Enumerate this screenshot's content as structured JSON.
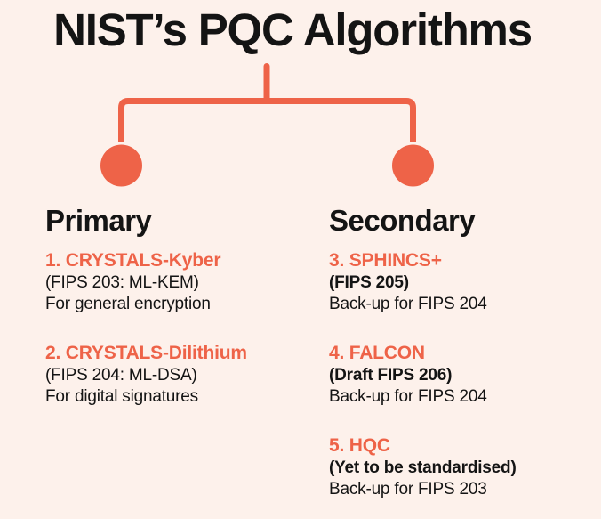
{
  "title": "NIST’s PQC Algorithms",
  "colors": {
    "background": "#fdf1eb",
    "accent": "#ee6348",
    "text": "#141414"
  },
  "diagram": {
    "type": "tree",
    "root_label": "NIST’s PQC Algorithms",
    "branch_count": 2
  },
  "columns": [
    {
      "heading": "Primary",
      "items": [
        {
          "name": "1. CRYSTALS-Kyber",
          "detail": "(FIPS 203: ML-KEM)",
          "description": "For general encryption"
        },
        {
          "name": "2. CRYSTALS-Dilithium",
          "detail": "(FIPS 204: ML-DSA)",
          "description": "For digital signatures"
        }
      ]
    },
    {
      "heading": "Secondary",
      "items": [
        {
          "name": "3. SPHINCS+",
          "detail": "(FIPS 205)",
          "description": "Back-up for FIPS 204"
        },
        {
          "name": "4. FALCON",
          "detail": "(Draft FIPS 206)",
          "description": "Back-up for FIPS 204"
        },
        {
          "name": "5. HQC",
          "detail": "(Yet to be standardised)",
          "description": "Back-up for FIPS 203"
        }
      ]
    }
  ]
}
